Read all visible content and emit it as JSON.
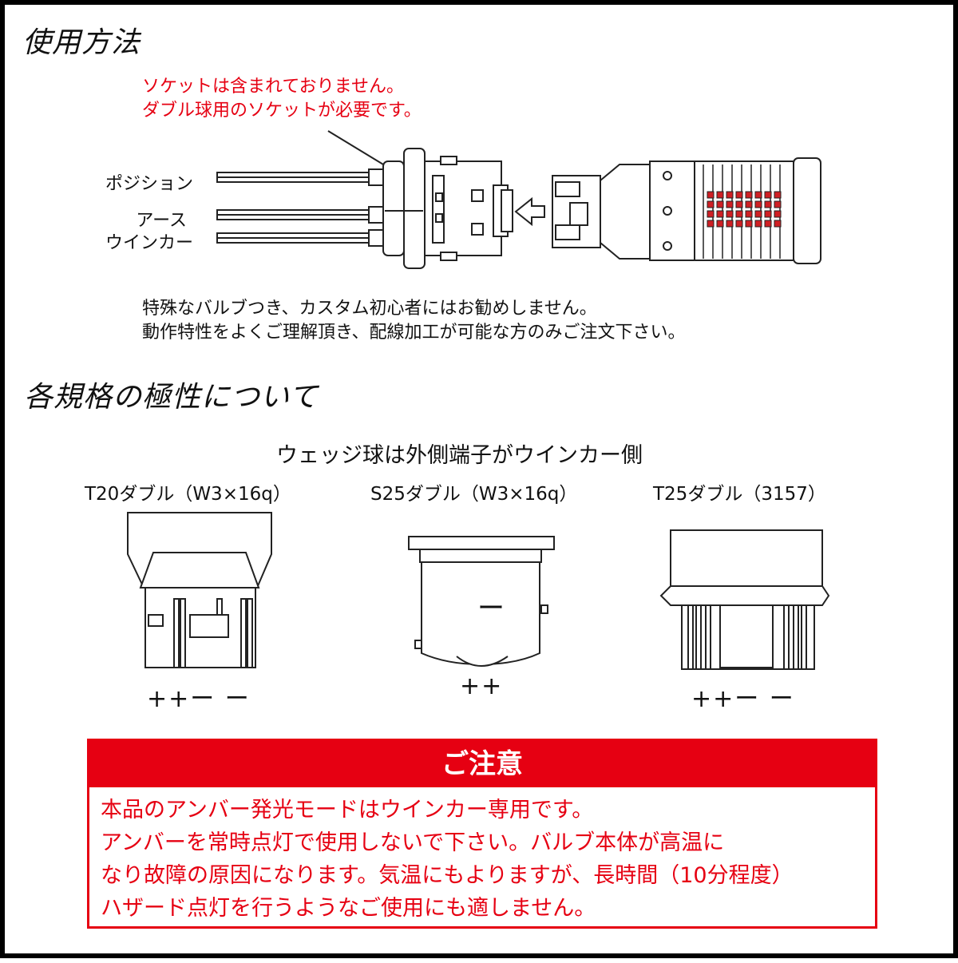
{
  "heading_usage": "使用方法",
  "socket_note": [
    "ソケットは含まれておりません。",
    "ダブル球用のソケットが必要です。"
  ],
  "wire_labels": [
    "ポジション",
    "アース",
    "ウインカー"
  ],
  "caution_text": [
    "特殊なバルブつき、カスタム初心者にはお勧めしません。",
    "動作特性をよくご理解頂き、配線加工が可能な方のみご注文下さい。"
  ],
  "heading_polarity": "各規格の極性について",
  "polarity_note": "ウェッジ球は外側端子がウインカー側",
  "bulbs": [
    {
      "name": "T20ダブル（W3×16q）",
      "polarity": "++ー ー"
    },
    {
      "name": "S25ダブル（W3×16q）",
      "polarity": "++",
      "mark": "ー"
    },
    {
      "name": "T25ダブル（3157）",
      "polarity": "++ー ー"
    }
  ],
  "notice": {
    "title": "ご注意",
    "lines": [
      "本品のアンバー発光モードはウインカー専用です。",
      "アンバーを常時点灯で使用しないで下さい。バルブ本体が高温に",
      "なり故障の原因になります。気温にもよりますが、長時間（10分程度）",
      "ハザード点灯を行うようなご使用にも適しません。"
    ]
  },
  "colors": {
    "accent": "#e60012",
    "led": "#cf1f24",
    "text": "#111111"
  }
}
